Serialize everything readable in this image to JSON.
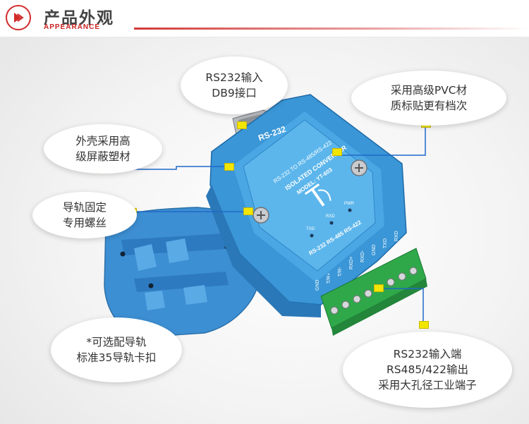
{
  "header": {
    "title_cn": "产品外观",
    "title_en": "APPEARANCE"
  },
  "callouts": {
    "rs232_input": [
      "RS232输入",
      "DB9接口"
    ],
    "pvc_label": [
      "采用高级PVC材",
      "质标贴更有档次"
    ],
    "shell": [
      "外壳采用高",
      "级屏蔽塑材"
    ],
    "rail_screw": [
      "导轨固定",
      "专用螺丝"
    ],
    "rail_clip": [
      "*可选配导轨",
      "标准35导轨卡扣"
    ],
    "terminals": [
      "RS232输入端",
      "RS485/422输出",
      "采用大孔径工业端子"
    ]
  },
  "device": {
    "port_label": "RS-232",
    "top_line": "RS-232 TO RS-485/RS-422",
    "isolated": "ISOLATED CONVERTER",
    "model": "MODEL: YT-603",
    "bottom_label": "RS-232 RS-485 RS-422",
    "leds": [
      "TXD",
      "RXD",
      "PWR"
    ],
    "pins": [
      "GND",
      "T/R+",
      "T/R-",
      "RXD+",
      "RXD-",
      "GND",
      "TXD",
      "RXD"
    ]
  },
  "colors": {
    "accent": "#d22b2b",
    "device_blue": "#3a96d6",
    "terminal_green": "#2fa84a",
    "marker_yellow": "#f2e600",
    "leader_line": "#1f68c8"
  }
}
